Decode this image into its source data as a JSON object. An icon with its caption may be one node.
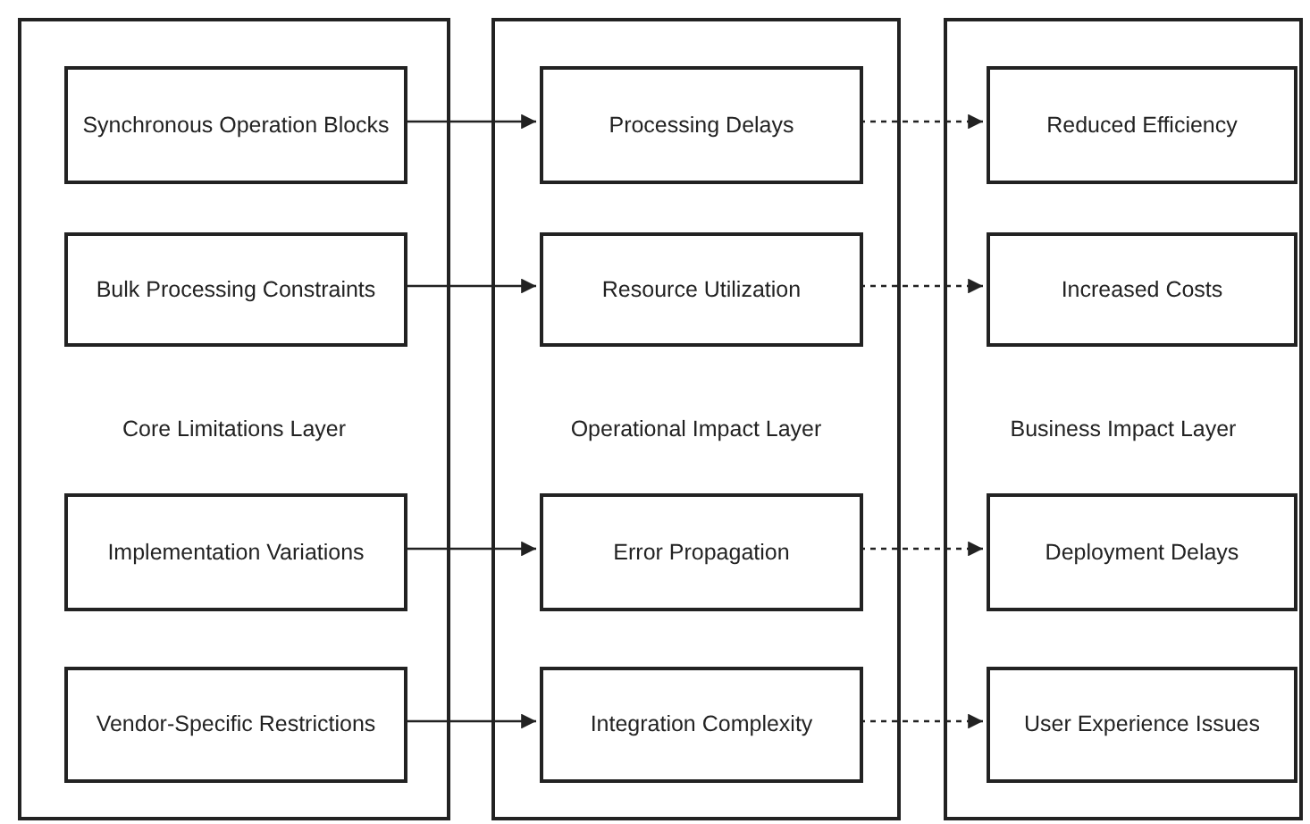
{
  "diagram": {
    "nodes": [
      {
        "text": [
          "Core Limitations Layer"
        ]
      },
      {
        "text": [
          "Synchronous Operation Blocks"
        ],
        "in": 0
      },
      {
        "text": [
          "Bulk Processing Constraints"
        ],
        "in": 0
      },
      {
        "text": [
          "Implementation Variations"
        ],
        "in": 0
      },
      {
        "text": [
          "Vendor-Specific Restrictions"
        ],
        "in": 0
      },
      {
        "text": [
          "Operational Impact Layer"
        ]
      },
      {
        "text": [
          "Processing Delays"
        ],
        "in": 5
      },
      {
        "text": [
          "Resource Utilization"
        ],
        "in": 5
      },
      {
        "text": [
          "Error Propagation"
        ],
        "in": 5
      },
      {
        "text": [
          "Integration Complexity"
        ],
        "in": 5
      },
      {
        "text": [
          "Business Impact Layer"
        ]
      },
      {
        "text": [
          "Reduced Efficiency"
        ],
        "in": 10
      },
      {
        "text": [
          "Increased Costs"
        ],
        "in": 10
      },
      {
        "text": [
          "Deployment Delays"
        ],
        "in": 10
      },
      {
        "text": [
          "User Experience Issues"
        ],
        "in": 10
      }
    ],
    "edges": [
      {
        "from": 1,
        "to": 6,
        "arrow": "to"
      },
      {
        "from": 2,
        "to": 7,
        "arrow": "to"
      },
      {
        "from": 3,
        "to": 8,
        "arrow": "to"
      },
      {
        "from": 4,
        "to": 9,
        "arrow": "to"
      },
      {
        "from": 6,
        "to": 11,
        "arrow": "to",
        "style": "dashed"
      },
      {
        "from": 7,
        "to": 12,
        "arrow": "to",
        "style": "dashed"
      },
      {
        "from": 8,
        "to": 13,
        "arrow": "to",
        "style": "dashed"
      },
      {
        "from": 9,
        "to": 14,
        "arrow": "to",
        "style": "dashed"
      }
    ]
  }
}
